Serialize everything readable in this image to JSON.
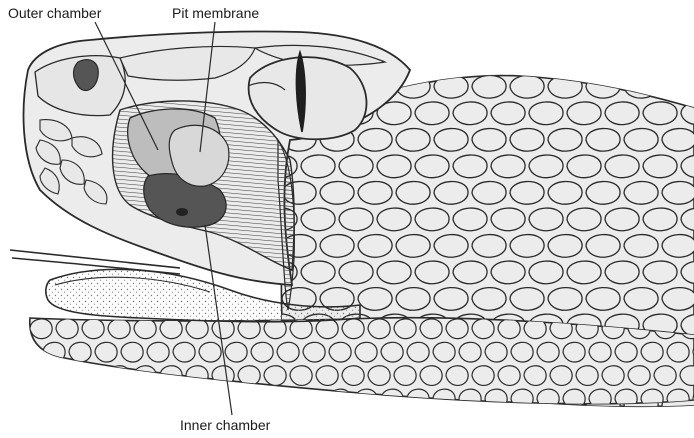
{
  "labels": {
    "outer_chamber": "Outer chamber",
    "pit_membrane": "Pit membrane",
    "inner_chamber": "Inner chamber"
  },
  "colors": {
    "ink": "#2a2a2a",
    "scale_fill": "#ececec",
    "pit_shade": "#9a9a9a",
    "chamber_dark": "#555555",
    "background": "#ffffff"
  }
}
